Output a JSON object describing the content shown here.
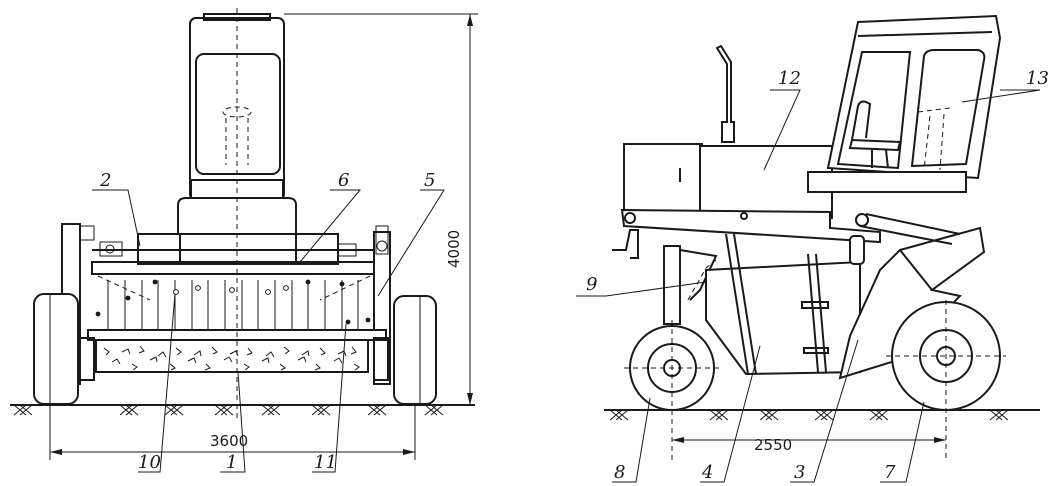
{
  "dimensions": {
    "width_front": "3600",
    "height": "4000",
    "wheelbase": "2550"
  },
  "callouts": [
    "1",
    "2",
    "3",
    "4",
    "5",
    "6",
    "7",
    "8",
    "9",
    "10",
    "11",
    "12",
    "13"
  ]
}
